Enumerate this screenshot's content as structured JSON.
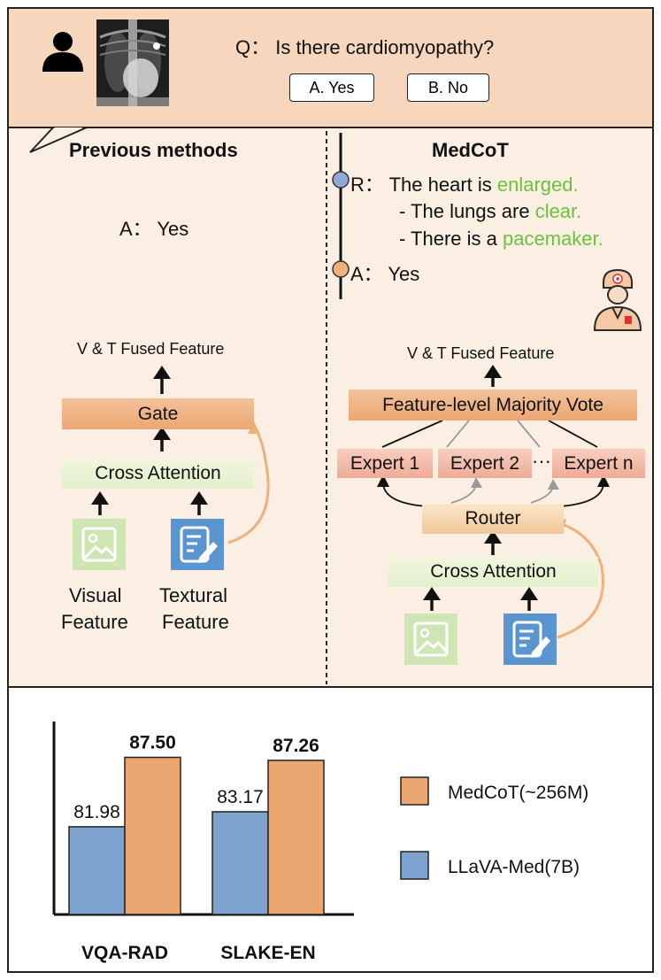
{
  "question": {
    "text": "Q： Is there cardiomyopathy?",
    "options": [
      "A. Yes",
      "B. No"
    ]
  },
  "previous": {
    "title": "Previous methods",
    "answer": "A： Yes",
    "fused": "V & T Fused Feature",
    "gate": "Gate",
    "cross": "Cross Attention",
    "visual_1": "Visual",
    "visual_2": "Feature",
    "textual_1": "Textural",
    "textual_2": "Feature"
  },
  "medcot": {
    "title": "MedCoT",
    "r_prefix": "R： The heart is ",
    "r_green": "enlarged.",
    "l2_prefix": "- The lungs are ",
    "l2_green": "clear.",
    "l3_prefix": "- There is a ",
    "l3_green": "pacemaker.",
    "answer": "A： Yes",
    "fused": "V & T Fused Feature",
    "vote": "Feature-level Majority Vote",
    "expert1": "Expert 1",
    "expert2": "Expert 2",
    "dots": "···",
    "expertn": "Expert n",
    "router": "Router",
    "cross": "Cross Attention"
  },
  "colors": {
    "orange": "#eaa772",
    "blue": "#7fa3cf",
    "green": "#6cc23a",
    "top_bg": "#f6d6bc",
    "mid_bg": "#fbeee3"
  },
  "chart_data": {
    "type": "bar",
    "categories": [
      "VQA-RAD",
      "SLAKE-EN"
    ],
    "series": [
      {
        "name": "LLaVA-Med(7B)",
        "values": [
          81.98,
          83.17
        ],
        "labels": [
          "81.98",
          "83.17"
        ],
        "color": "#7fa3cf"
      },
      {
        "name": "MedCoT(~256M)",
        "values": [
          87.5,
          87.26
        ],
        "labels": [
          "87.50",
          "87.26"
        ],
        "color": "#eaa772"
      }
    ],
    "ylim": [
      75,
      90
    ],
    "legend": "right"
  }
}
